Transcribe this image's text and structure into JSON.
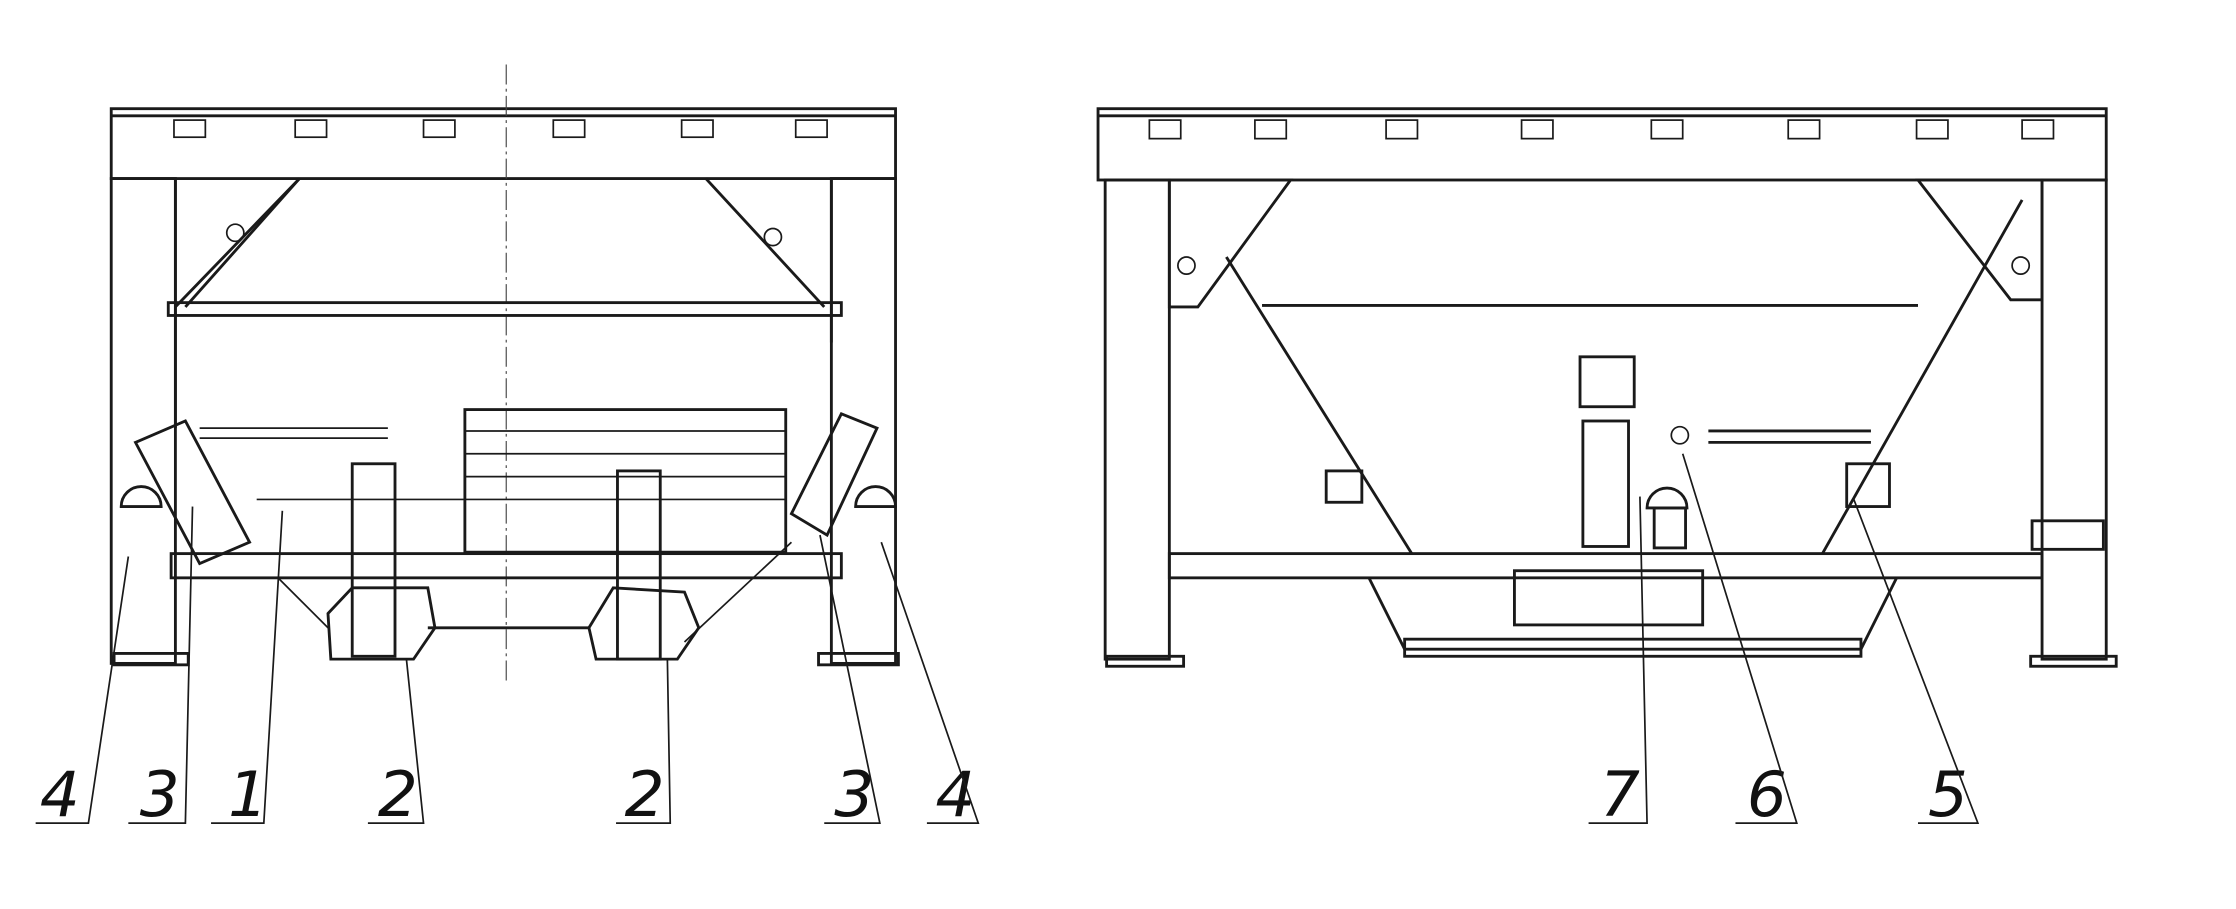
{
  "figure": {
    "left_view_callouts": [
      "4",
      "3",
      "1",
      "2",
      "2",
      "3",
      "4"
    ],
    "right_view_callouts": [
      "7",
      "6",
      "5"
    ]
  }
}
